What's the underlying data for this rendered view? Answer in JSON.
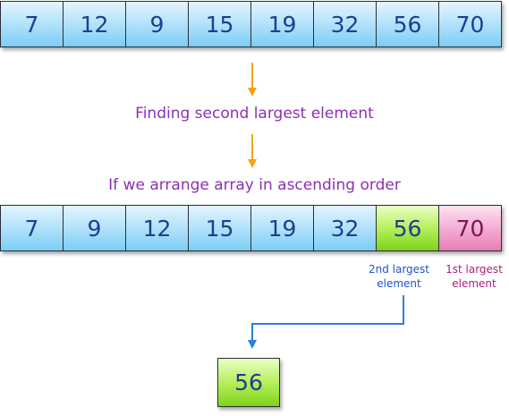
{
  "original_array": [
    "7",
    "12",
    "9",
    "15",
    "19",
    "32",
    "56",
    "70"
  ],
  "step_caption": "Finding second largest element",
  "sort_caption": "If we arrange array in ascending order",
  "sorted_array": [
    "7",
    "9",
    "12",
    "15",
    "19",
    "32",
    "56",
    "70"
  ],
  "labels": {
    "second_line1": "2nd largest",
    "second_line2": "element",
    "first_line1": "1st largest",
    "first_line2": "element"
  },
  "result": "56",
  "colors": {
    "cell_blue": "#7ccdf5",
    "second_green": "#7fd21c",
    "first_pink": "#e77db6",
    "arrow_orange": "#f7a21b",
    "connector_blue": "#2a7fe0",
    "caption_purple": "#8e2fb4"
  }
}
